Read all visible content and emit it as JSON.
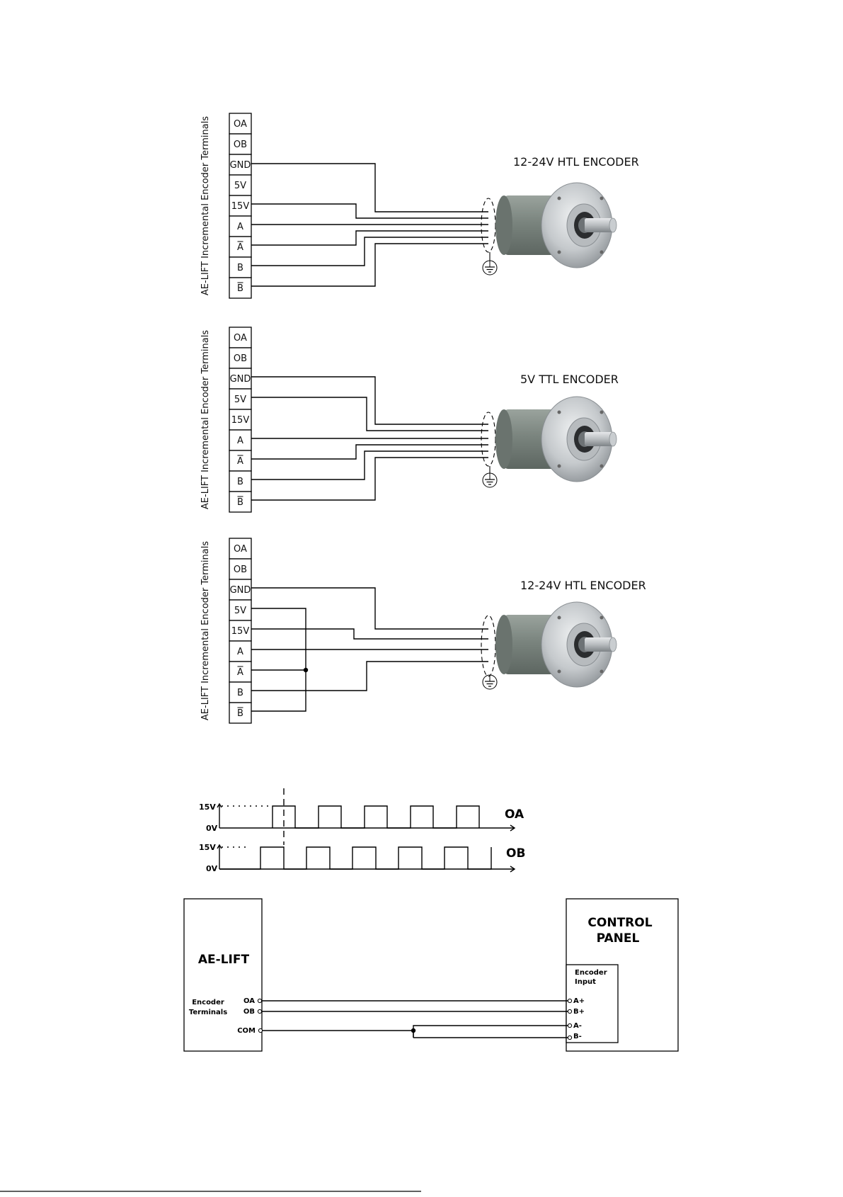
{
  "terminal_title": "AE-LIFT Incremental Encoder Terminals",
  "terminals": [
    "OA",
    "OB",
    "GND",
    "5V",
    "15V",
    "A",
    "A",
    "B",
    "B"
  ],
  "diagrams": [
    {
      "encoder_label": "12-24V HTL ENCODER"
    },
    {
      "encoder_label": "5V TTL ENCODER"
    },
    {
      "encoder_label": "12-24V HTL ENCODER"
    }
  ],
  "timing": {
    "levels": [
      "15V",
      "0V"
    ],
    "signals": [
      "OA",
      "OB"
    ]
  },
  "bottom": {
    "left_box_title": "AE-LIFT",
    "left_box_sub": [
      "Encoder",
      "Terminals"
    ],
    "left_pins": [
      "OA",
      "OB",
      "COM"
    ],
    "right_box_title": [
      "CONTROL",
      "PANEL"
    ],
    "right_inner_title": [
      "Encoder",
      "Input"
    ],
    "right_pins": [
      "A+",
      "B+",
      "A-",
      "B-"
    ]
  },
  "colors": {
    "line": "#000000",
    "encoder_body": "#7d8780",
    "encoder_flange": "#c9ccce"
  }
}
